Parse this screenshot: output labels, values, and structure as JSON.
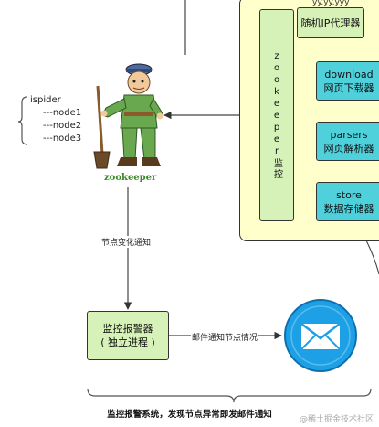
{
  "ispider": {
    "title": "ispider",
    "nodes": [
      "---node1",
      "---node2",
      "---node3"
    ]
  },
  "zookeeper_caption": "zookeeper",
  "zookeeper_monitor_label": "zookeeper监控",
  "top_tag": "yy.yy.yyy",
  "components": {
    "proxy": [
      "随机IP代理器"
    ],
    "download": [
      "download",
      "网页下载器"
    ],
    "parsers": [
      "parsers",
      "网页解析器"
    ],
    "store": [
      "store",
      "数据存储器"
    ]
  },
  "edge_node_change": "节点变化通知",
  "alarm_box": [
    "监控报警器",
    "( 独立进程 )"
  ],
  "edge_mail": "邮件通知节点情况",
  "bottom_caption": "监控报警系统，发现节点异常即发邮件通知",
  "watermark": "@稀土掘金技术社区",
  "colors": {
    "panel_bg": "#ffffcc",
    "green_box": "#d6f2b8",
    "teal_box": "#4fd1dc",
    "mail_icon": "#1ea0e6",
    "zookeeper_caption": "#3a8a2a"
  }
}
